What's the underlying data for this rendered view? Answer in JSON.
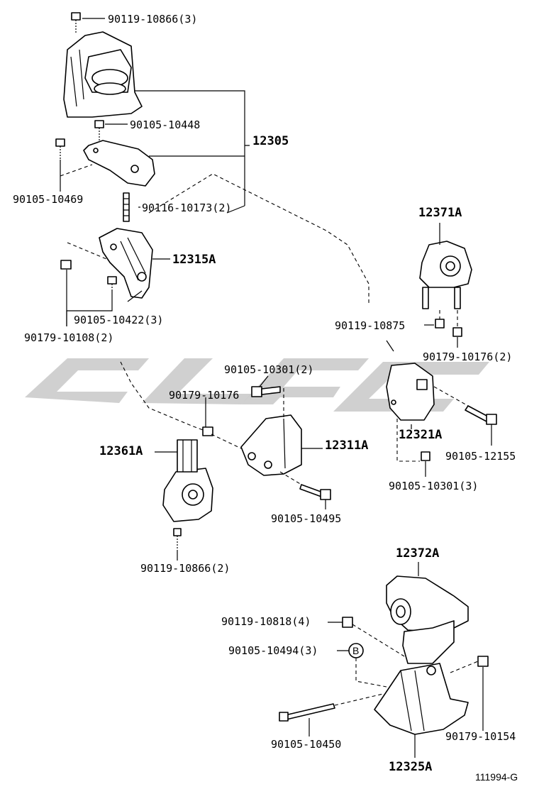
{
  "labels": {
    "p_90119_10866_3": "90119-10866(3)",
    "p_90105_10448": "90105-10448",
    "p_12305": "12305",
    "p_90105_10469": "90105-10469",
    "p_90116_10173_2": "90116-10173(2)",
    "p_12315A": "12315A",
    "p_90105_10422_3": "90105-10422(3)",
    "p_90179_10108_2": "90179-10108(2)",
    "p_12371A": "12371A",
    "p_90119_10875": "90119-10875",
    "p_90179_10176_2": "90179-10176(2)",
    "p_90105_10301_2": "90105-10301(2)",
    "p_90179_10176": "90179-10176",
    "p_12361A": "12361A",
    "p_12311A": "12311A",
    "p_12321A": "12321A",
    "p_90105_12155": "90105-12155",
    "p_90105_10301_3": "90105-10301(3)",
    "p_90105_10495": "90105-10495",
    "p_90119_10866_2": "90119-10866(2)",
    "p_12372A": "12372A",
    "p_90119_10818_4": "90119-10818(4)",
    "p_90105_10494_3": "90105-10494(3)",
    "callout_B": "B",
    "p_90105_10450": "90105-10450",
    "p_90179_10154": "90179-10154",
    "p_12325A": "12325A",
    "figure_id": "111994-G"
  }
}
